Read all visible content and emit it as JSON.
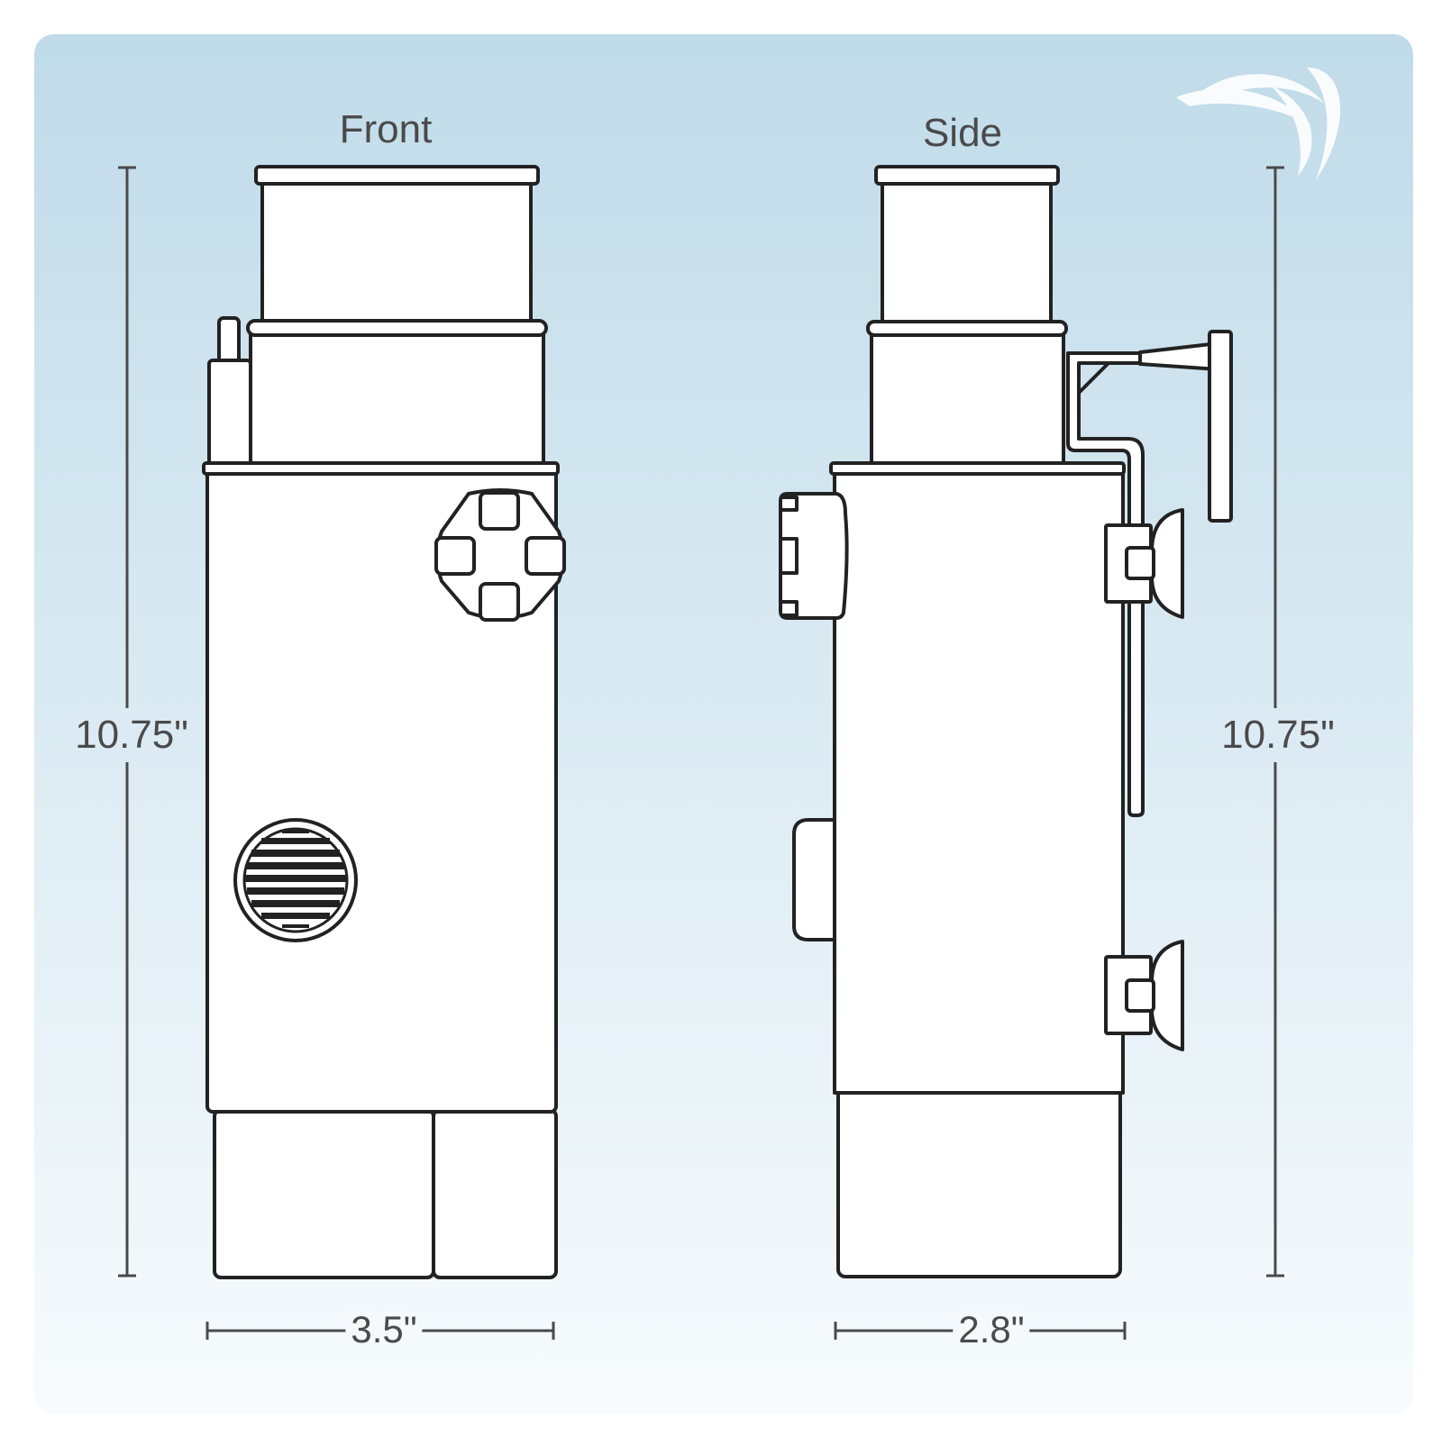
{
  "views": [
    {
      "title": "Front",
      "height_label": "10.75\"",
      "width_label": "3.5\""
    },
    {
      "title": "Side",
      "height_label": "10.75\"",
      "width_label": "2.8\""
    }
  ],
  "colors": {
    "background_top": "#c0dbe9",
    "background_bottom": "#f7fbfd",
    "outline": "#222222",
    "fill": "#ffffff",
    "dimension_line": "#4a4a4a",
    "text": "#4a4a4a",
    "logo": "#ffffff"
  },
  "icons": {
    "logo": "wave-logo-icon"
  }
}
